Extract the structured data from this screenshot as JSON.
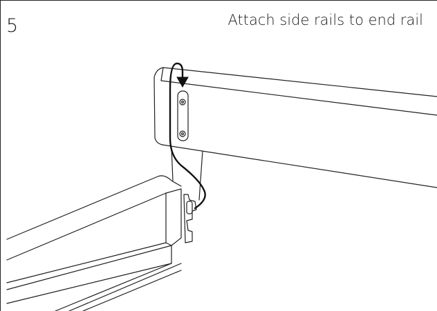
{
  "step": {
    "number": "5",
    "title": "Attach side rails to end rail"
  },
  "illustration": {
    "parts": [
      "end-rail",
      "side-rail",
      "bracket",
      "hook-plate",
      "assembly-arrow"
    ]
  }
}
